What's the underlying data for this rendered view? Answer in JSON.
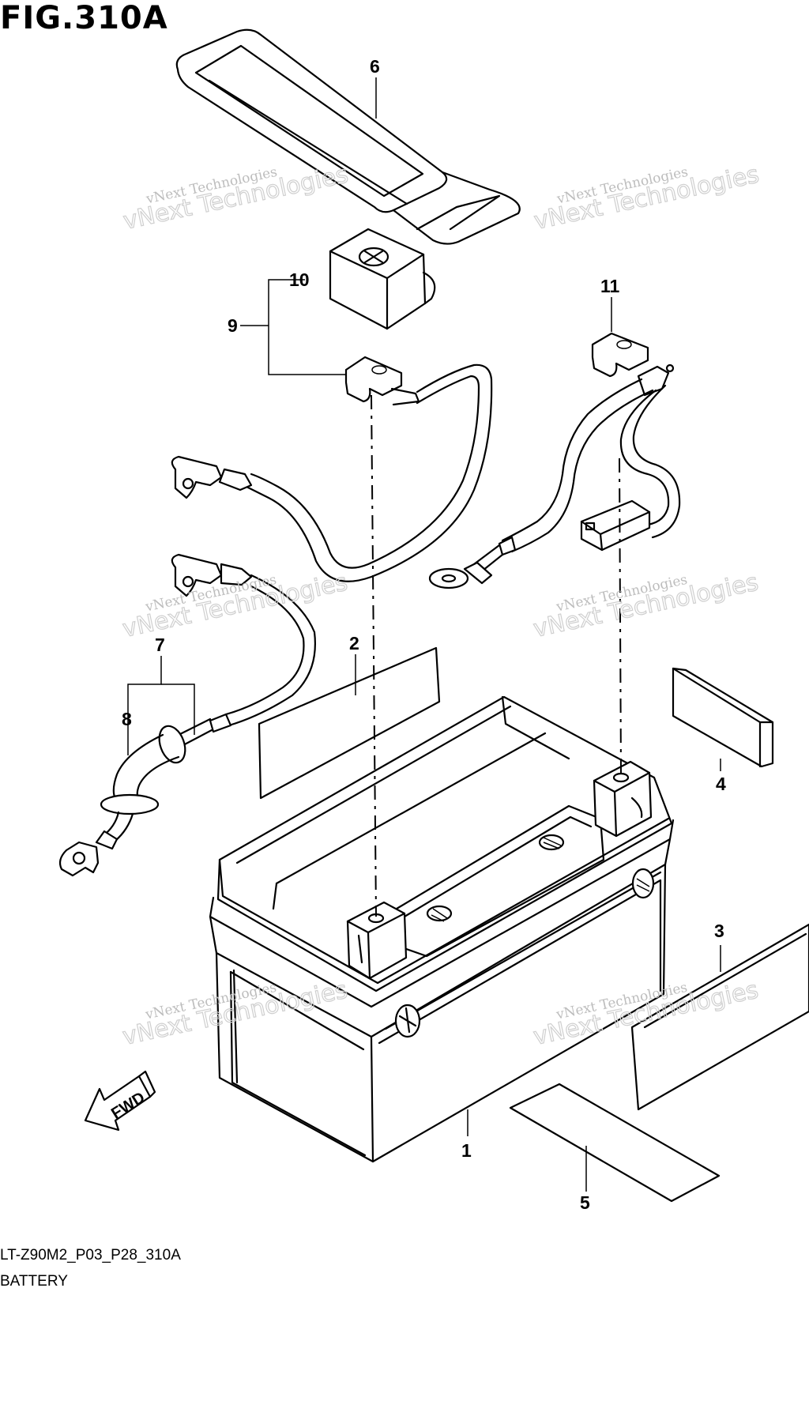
{
  "figure": {
    "title": "FIG.310A",
    "model_code": "LT-Z90M2_P03_P28_310A",
    "description": "BATTERY",
    "fwd_label": "FWD"
  },
  "callouts": [
    "1",
    "2",
    "3",
    "4",
    "5",
    "6",
    "7",
    "8",
    "9",
    "10",
    "11"
  ],
  "watermark": {
    "line1": "vNext Technologies",
    "line2": "vNext Technologies"
  }
}
